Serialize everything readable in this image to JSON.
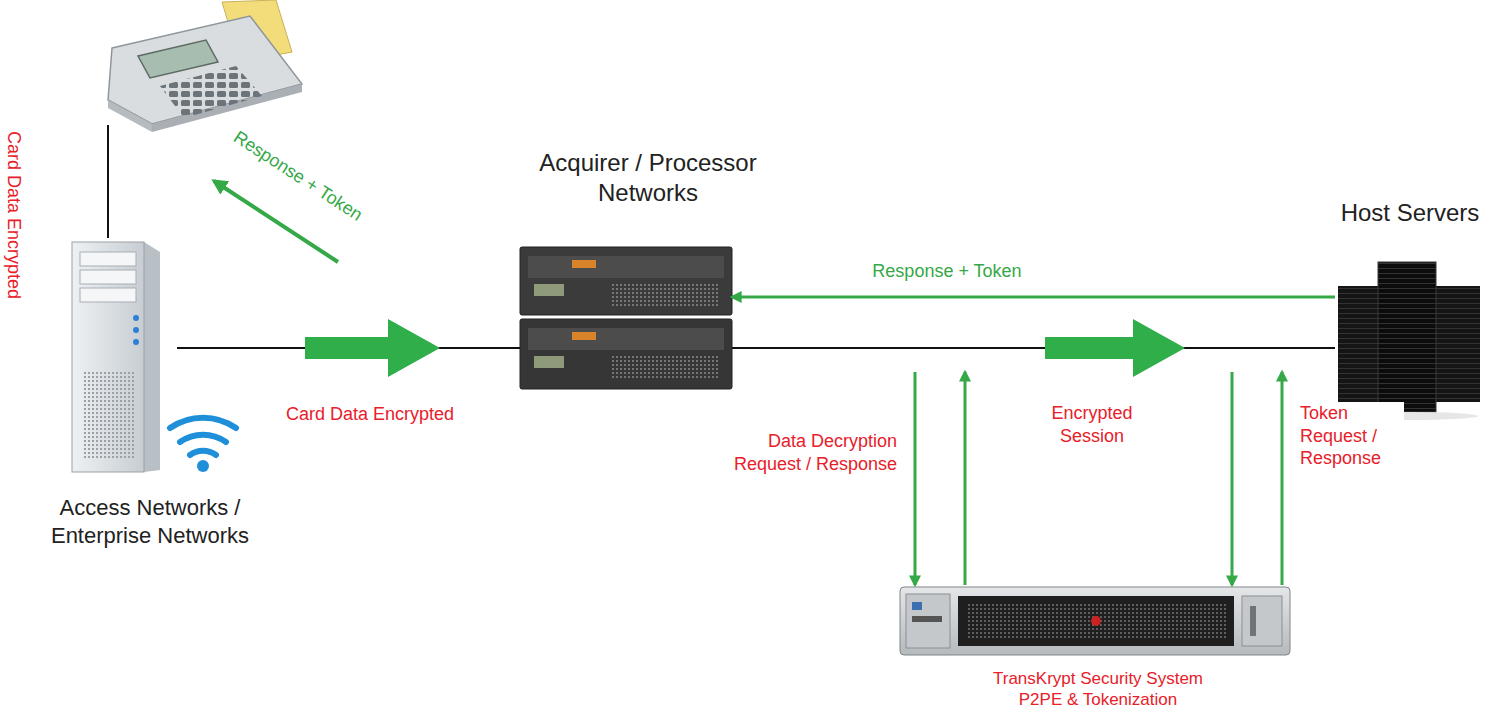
{
  "diagram": {
    "nodes": [
      {
        "text": [
          "Card Data Encrypted"
        ]
      },
      {
        "text": [
          "Access Networks / Enterprise Networks"
        ]
      },
      {
        "text": [
          "Acquirer / Processor Networks"
        ]
      },
      {
        "text": [
          "Host Servers"
        ]
      },
      {
        "text": [
          "TransKrypt Security System P2PE & Tokenization"
        ]
      }
    ],
    "edges": [
      {
        "from": 0,
        "to": 1,
        "arrow": "none"
      },
      {
        "from": 1,
        "to": 2,
        "arrow": "to",
        "label": "Card Data Encrypted"
      },
      {
        "from": 2,
        "to": 3,
        "arrow": "to",
        "label": "Encrypted Session"
      },
      {
        "from": 3,
        "to": 2,
        "arrow": "to",
        "label": "Response + Token"
      },
      {
        "from": 2,
        "to": 4,
        "arrow": "to",
        "label": "Data Decryption Request / Response"
      },
      {
        "from": 4,
        "to": 2,
        "arrow": "to"
      },
      {
        "from": 3,
        "to": 4,
        "arrow": "to",
        "label": "Token Request / Response"
      },
      {
        "from": 4,
        "to": 3,
        "arrow": "to"
      }
    ],
    "labels": [
      "Response + Token"
    ]
  }
}
